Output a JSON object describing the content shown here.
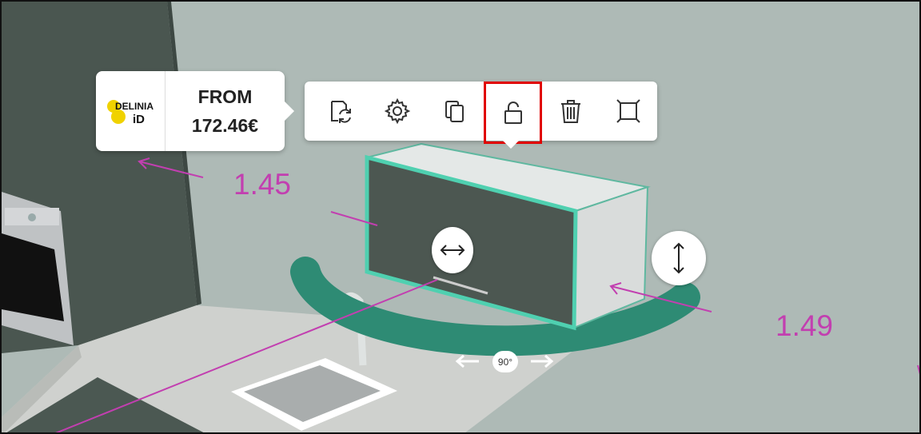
{
  "product": {
    "brand_logo_text_top": "DELINIA",
    "brand_logo_text_bottom": "iD",
    "price_prefix": "FROM",
    "price_value": "172.46€"
  },
  "toolbar": {
    "items": [
      {
        "name": "replace",
        "icon": "replace-icon"
      },
      {
        "name": "settings",
        "icon": "gear-icon"
      },
      {
        "name": "duplicate",
        "icon": "copy-icon"
      },
      {
        "name": "lock",
        "icon": "unlock-icon",
        "highlighted": true
      },
      {
        "name": "delete",
        "icon": "trash-icon"
      },
      {
        "name": "dimensions",
        "icon": "resize-frame-icon"
      }
    ]
  },
  "dimensions": {
    "left": "1.45",
    "right": "1.49"
  },
  "rotation": {
    "angle_label": "90°"
  },
  "colors": {
    "accent": "#2e8b74",
    "dimension": "#c23fb0",
    "highlight": "#e00000"
  }
}
